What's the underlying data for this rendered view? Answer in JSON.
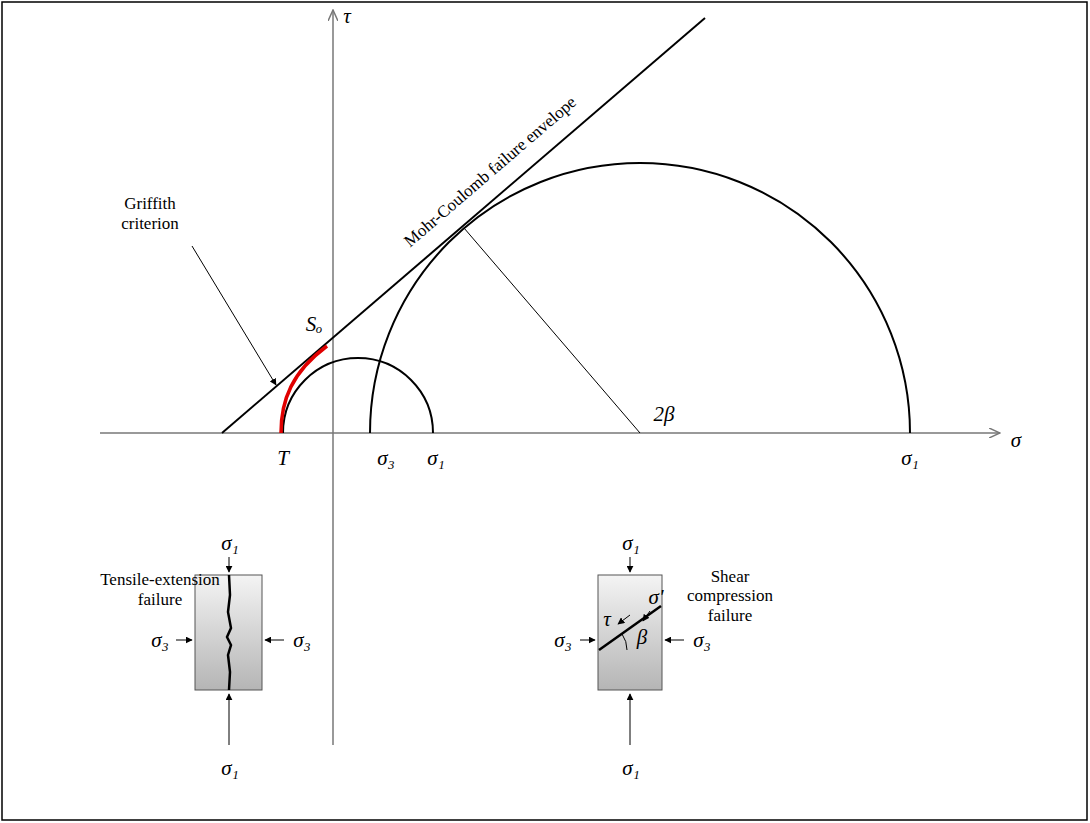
{
  "diagram": {
    "labels": [
      "τ",
      "Mohr-Coulomb failure envelope",
      "Griffith criterion",
      "Sₒ",
      "2β",
      "T",
      "σ₃",
      "σ₁",
      "σ₁",
      "σ",
      "Tensile-extension failure",
      "Shear compression failure",
      "σ₁",
      "σ₃",
      "σ₃",
      "σ₁",
      "σ₁",
      "τ",
      "σ'",
      "β",
      "σ₃",
      "σ₃",
      "σ₁"
    ]
  }
}
